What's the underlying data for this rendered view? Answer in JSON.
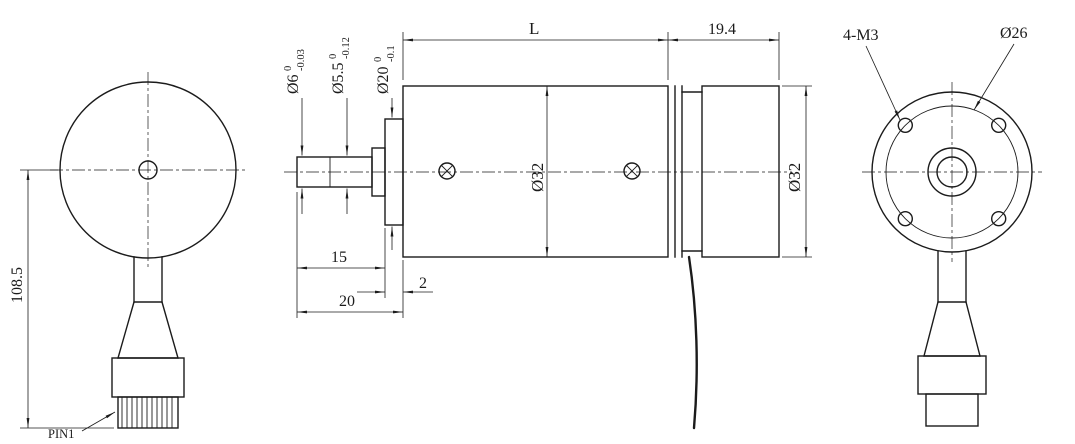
{
  "drawing_title": "motor-dimension-drawing",
  "colors": {
    "line": "#1b1b1b",
    "background": "#ffffff"
  },
  "left_view": {
    "dim_height": "108.5",
    "pin_label": "PIN1"
  },
  "middle_view": {
    "dim_body_length": "L",
    "dim_rear_length": "19.4",
    "dim_shaft_dia": {
      "main": "Ø6",
      "tol_upper": "0",
      "tol_lower": "-0.03"
    },
    "dim_shaft_dia_2": {
      "main": "Ø5.5",
      "tol_upper": "0",
      "tol_lower": "-0.12"
    },
    "dim_pilot_dia": {
      "main": "Ø20",
      "tol_upper": "0",
      "tol_lower": "-0.1"
    },
    "dim_body_dia": "Ø32",
    "dim_rear_dia": "Ø32",
    "dim_shaft_length": "15",
    "dim_pilot_length": "2",
    "dim_shaft_total_length": "20"
  },
  "right_view": {
    "mount_holes_label": "4-M3",
    "dim_bolt_circle": "Ø26"
  }
}
